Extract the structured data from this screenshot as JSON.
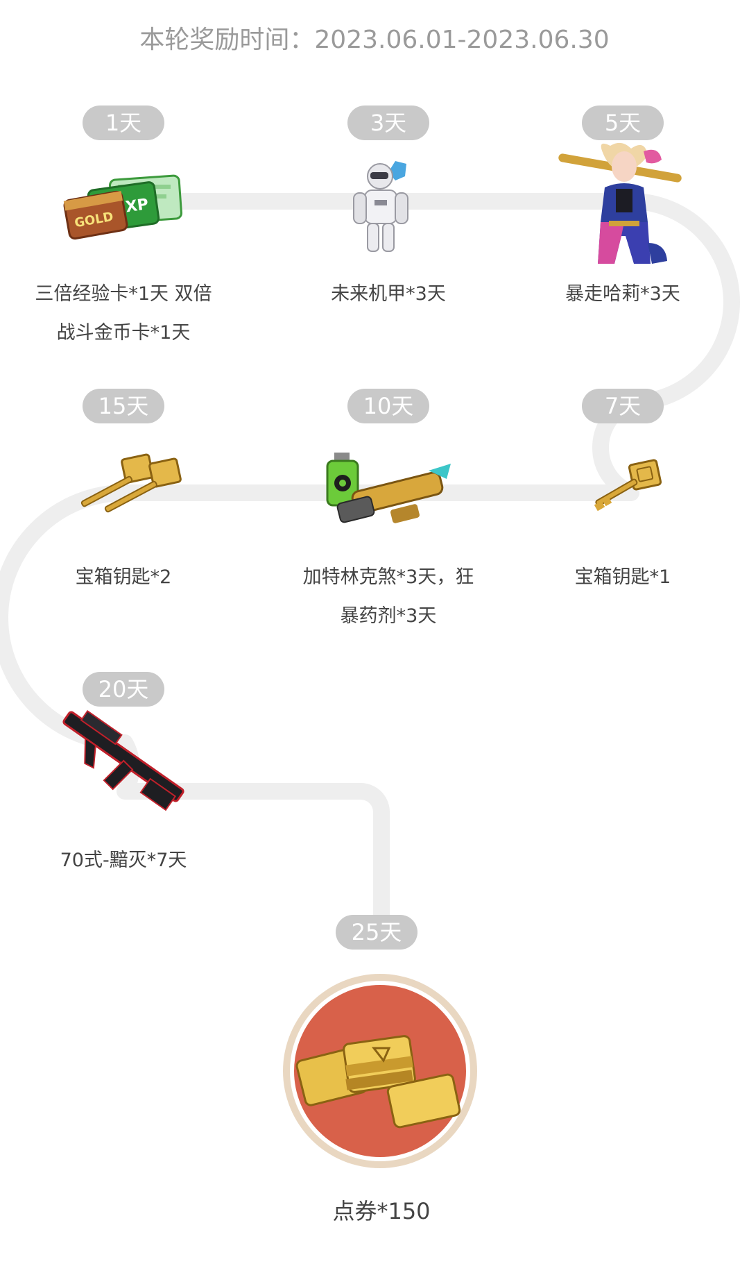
{
  "header": {
    "period_label": "本轮奖励时间：",
    "period_range": "2023.06.01-2023.06.30"
  },
  "milestones": [
    {
      "day_label": "1天",
      "reward": "三倍经验卡*1天 双倍战斗金币卡*1天",
      "icon": "gold-exp-cards-icon",
      "card_gold_text": "GOLD",
      "card_exp_text": "EXP"
    },
    {
      "day_label": "3天",
      "reward": "未来机甲*3天",
      "icon": "future-mecha-icon"
    },
    {
      "day_label": "5天",
      "reward": "暴走哈莉*3天",
      "icon": "harley-character-icon"
    },
    {
      "day_label": "7天",
      "reward": "宝箱钥匙*1",
      "icon": "chest-key-icon"
    },
    {
      "day_label": "10天",
      "reward": "加特林克煞*3天，狂暴药剂*3天",
      "icon": "gatling-gun-icon"
    },
    {
      "day_label": "15天",
      "reward": "宝箱钥匙*2",
      "icon": "chest-keys-icon"
    },
    {
      "day_label": "20天",
      "reward": "70式-黯灭*7天",
      "icon": "rifle-icon"
    },
    {
      "day_label": "25天",
      "reward": "点券*150",
      "icon": "gold-coupons-icon"
    }
  ],
  "colors": {
    "track": "#eeeeee",
    "pill_bg": "#c9c9c9",
    "text": "#444444",
    "header_text": "#9a9a9a",
    "final_ring": "#e9d7c1",
    "final_bg": "#d8614a"
  }
}
